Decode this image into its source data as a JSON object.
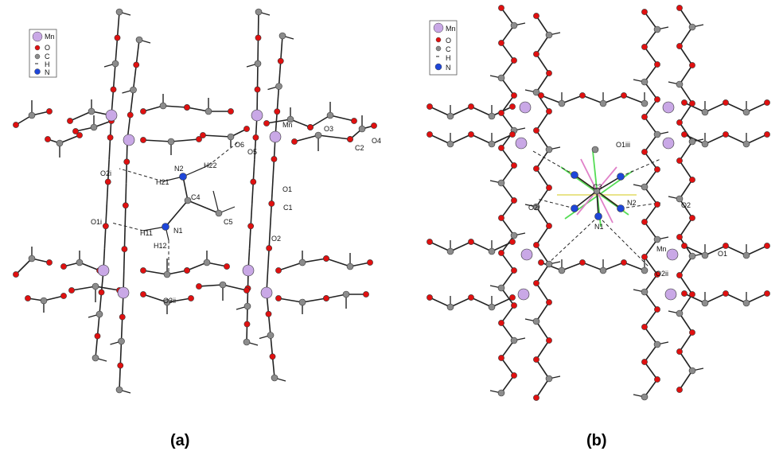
{
  "legend": {
    "a": [
      "Mn",
      "O",
      "C",
      "H",
      "N"
    ],
    "b": [
      "Mn",
      "O",
      "C",
      "H",
      "N"
    ]
  },
  "colors": {
    "Mn": "#c9a8e6",
    "O": "#e01010",
    "C": "#8c8c8c",
    "N": "#1e46d8",
    "bond": "#222222",
    "disorder_green": "#55dd55",
    "disorder_yellow": "#e6e07a",
    "disorder_pink": "#e080c8"
  },
  "panel_a": {
    "caption": "(a)",
    "labels": [
      "Mn",
      "O3",
      "O4",
      "C2",
      "O6",
      "O5",
      "H22",
      "N2",
      "H21",
      "O2i",
      "O1",
      "C4",
      "C1",
      "C5",
      "O1i",
      "H11",
      "N1",
      "O2",
      "H12",
      "O3ii"
    ]
  },
  "panel_b": {
    "caption": "(b)",
    "labels": [
      "O1iii",
      "C3",
      "O2i",
      "N2",
      "O2",
      "N1",
      "Mn",
      "O1",
      "O2ii"
    ]
  }
}
